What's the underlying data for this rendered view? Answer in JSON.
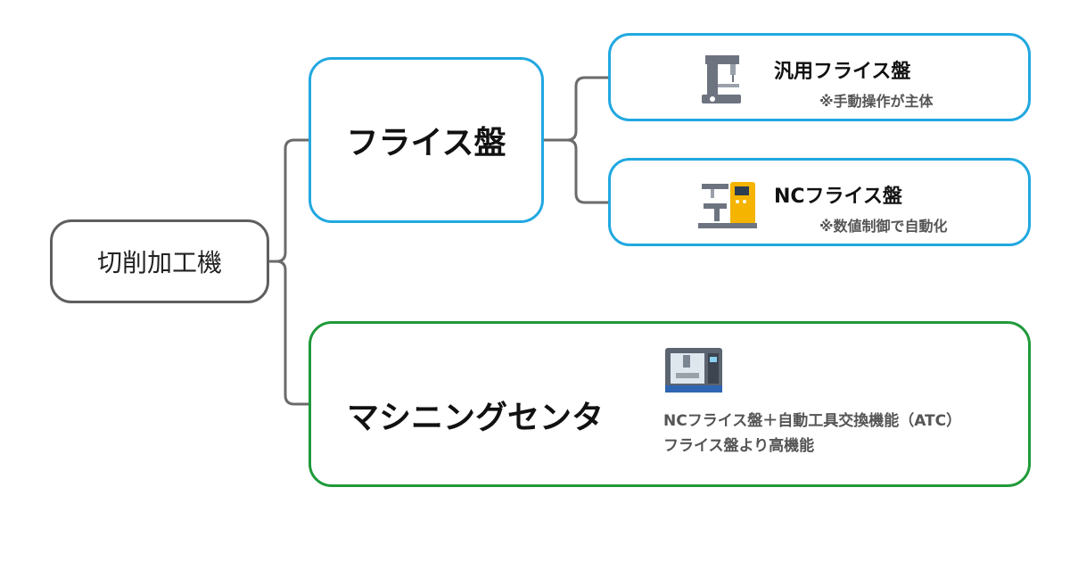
{
  "root": {
    "label": "切削加工機"
  },
  "milling": {
    "label": "フライス盤",
    "children": [
      {
        "title": "汎用フライス盤",
        "note": "※手動操作が主体",
        "icon": "manual-milling-machine-icon"
      },
      {
        "title": "NCフライス盤",
        "note": "※数値制御で自動化",
        "icon": "nc-milling-machine-icon"
      }
    ]
  },
  "machining_center": {
    "label": "マシニングセンタ",
    "desc_line1": "NCフライス盤＋自動工具交換機能（ATC）",
    "desc_line2": "フライス盤より高機能",
    "icon": "machining-center-icon"
  },
  "colors": {
    "milling_border": "#21a8e0",
    "machining_center_border": "#1f9a3a",
    "root_border": "#5f5f5f",
    "connector": "#6b6b6b"
  }
}
